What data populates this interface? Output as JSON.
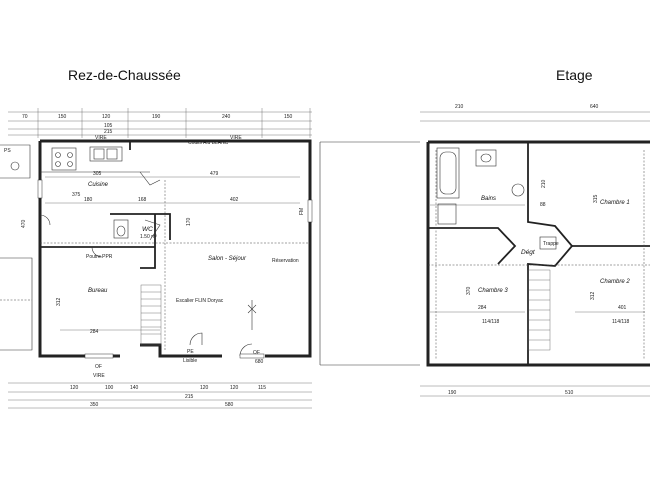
{
  "titles": {
    "ground_floor": "Rez-de-Chaussée",
    "upper_floor": "Etage"
  },
  "ground_floor": {
    "rooms": {
      "kitchen": "Cuisine",
      "wc": "WC",
      "wc_area": "1.50 m²",
      "office": "Bureau",
      "living": "Salon - Séjour",
      "closet": "Poutre PPR",
      "stairs": "Escalier FLIN Doryac",
      "reservation": "Réservation",
      "worktop": "Coulis Alu BLANC",
      "lisible": "Lisible"
    },
    "top_dims": [
      "70",
      "150",
      "120",
      "190",
      "240",
      "150"
    ],
    "top_dims_2": [
      "105",
      "215"
    ],
    "inner_dims": [
      "305",
      "479",
      "168",
      "402",
      "180",
      "284",
      "680"
    ],
    "bottom_dims": [
      "120",
      "100",
      "140",
      "120",
      "120",
      "115"
    ],
    "bottom_dims_2": [
      "215",
      "580",
      "350"
    ],
    "side_labels": [
      "375",
      "470",
      "312",
      "170"
    ],
    "window_labels": [
      "OF",
      "OF",
      "VIRE",
      "PE",
      "VIRE",
      "VIRE",
      "FM",
      "PS"
    ]
  },
  "upper_floor": {
    "rooms": {
      "bath": "Bains",
      "bedroom1": "Chambre 1",
      "bedroom2": "Chambre 2",
      "bedroom3": "Chambre 3",
      "landing": "Dégt",
      "hatch": "Trappe"
    },
    "top_dims": [
      "210",
      "640"
    ],
    "inner_dims": [
      "210",
      "315",
      "88",
      "284",
      "370",
      "312",
      "401"
    ],
    "bottom_dims": [
      "190",
      "510"
    ],
    "ceiling_labels": [
      "114/118",
      "114/118"
    ]
  }
}
